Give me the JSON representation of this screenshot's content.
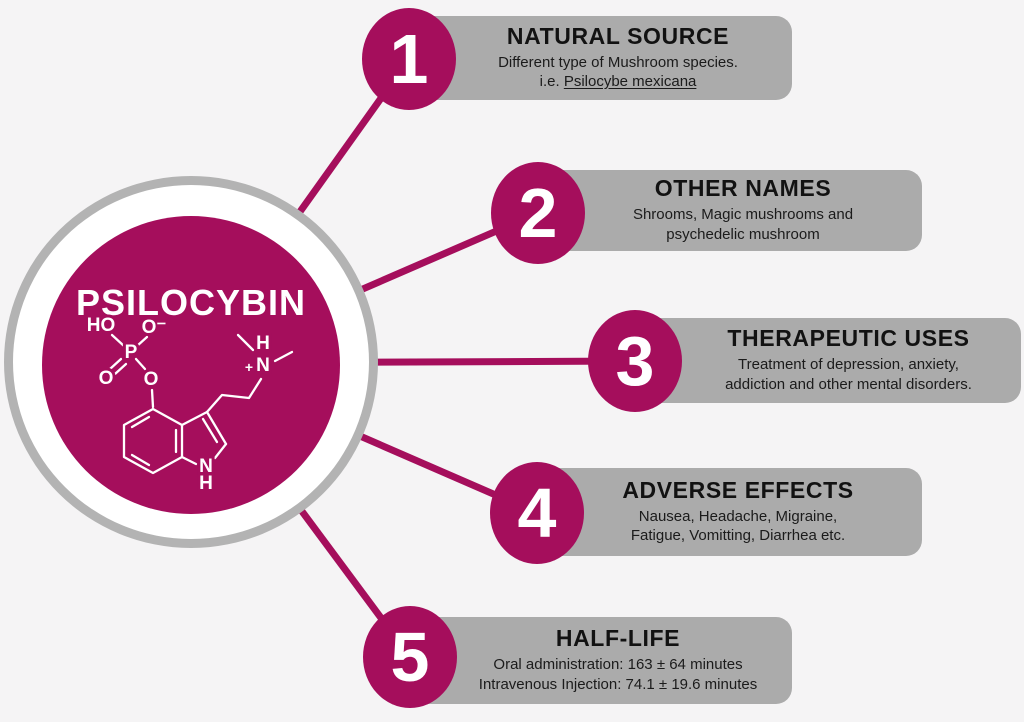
{
  "infographic": {
    "title": "PSILOCYBIN",
    "items": [
      {
        "number": "1",
        "heading": "NATURAL SOURCE",
        "body_line1": "Different type of Mushroom species.",
        "body_line2_prefix": "i.e. ",
        "body_line2_underline": "Psilocybe mexicana"
      },
      {
        "number": "2",
        "heading": "OTHER NAMES",
        "body_line1": "Shrooms, Magic mushrooms and",
        "body_line2": "psychedelic mushroom"
      },
      {
        "number": "3",
        "heading": "THERAPEUTIC USES",
        "body_line1": "Treatment of depression, anxiety,",
        "body_line2": "addiction and other mental disorders."
      },
      {
        "number": "4",
        "heading": "ADVERSE EFFECTS",
        "body_line1": "Nausea, Headache, Migraine,",
        "body_line2": "Fatigue, Vomitting, Diarrhea etc."
      },
      {
        "number": "5",
        "heading": "HALF-LIFE",
        "body_line1": "Oral administration: 163 ± 64 minutes",
        "body_line2": "Intravenous Injection: 74.1 ± 19.6 minutes"
      }
    ],
    "molecule": {
      "name": "psilocybin chemical structure",
      "atoms": {
        "hydroxyl": "HO",
        "o_minus": "O⁻",
        "phosphorus": "P",
        "o_double": "O",
        "o_bridge": "O",
        "amine_plus": "+",
        "amine_n": "N",
        "amine_h": "H",
        "ring_n": "N",
        "ring_h": "H"
      }
    },
    "colors": {
      "magenta": "#a50e5c",
      "bar_gray": "#ababab",
      "ring_gray": "#b3b3b3",
      "background": "#f5f4f5"
    }
  }
}
